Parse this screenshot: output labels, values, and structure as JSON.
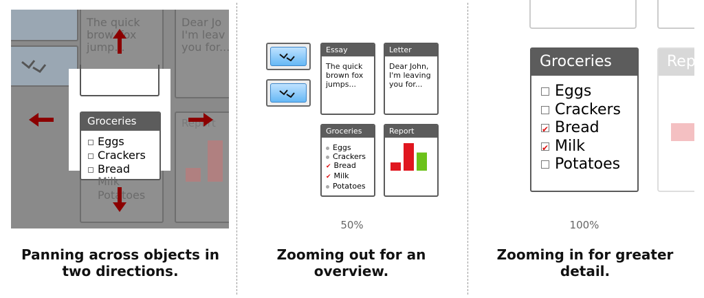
{
  "panels": {
    "pan": {
      "caption": "Panning across objects in two directions."
    },
    "zoom_out": {
      "caption": "Zooming out for an overview.",
      "zoom_label": "50%"
    },
    "zoom_in": {
      "caption": "Zooming in for greater detail.",
      "zoom_label": "100%"
    }
  },
  "cards": {
    "essay": {
      "title": "Essay",
      "text": "The quick brown fox jumps..."
    },
    "letter": {
      "title": "Letter",
      "text": "Dear John, I'm leaving you for..."
    },
    "groceries": {
      "title": "Groceries",
      "items": [
        {
          "label": "Eggs",
          "checked": false
        },
        {
          "label": "Crackers",
          "checked": false
        },
        {
          "label": "Bread",
          "checked": true
        },
        {
          "label": "Milk",
          "checked": true
        },
        {
          "label": "Potatoes",
          "checked": false
        }
      ]
    },
    "report": {
      "title": "Report",
      "bars": [
        {
          "value": 0.3,
          "color": "#e0161f"
        },
        {
          "value": 1.0,
          "color": "#e0161f"
        },
        {
          "value": 0.66,
          "color": "#6cc21a"
        }
      ]
    }
  },
  "pan_scene": {
    "text_fragment_1": "The quick brow..fox jump...",
    "text_fragment_2": "Dear Jo I'm leav you for...",
    "report_fragment": "Report"
  },
  "zoom_in_scene": {
    "report_fragment": "Rep"
  },
  "colors": {
    "card_header": "#5c5c5c",
    "arrow": "#8b0000",
    "check": "#d11111",
    "overlay": "#7a7a7a"
  }
}
